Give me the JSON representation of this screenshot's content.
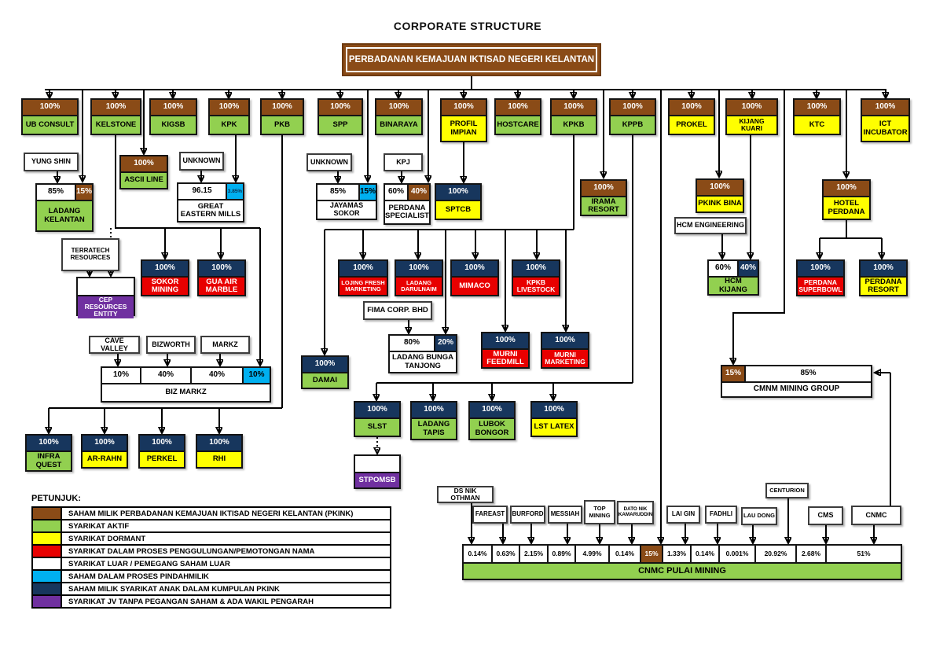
{
  "title": "CORPORATE STRUCTURE",
  "root_label": "PERBADANAN KEMAJUAN IKTISAD NEGERI KELANTAN",
  "colors": {
    "pkink_brown": "#8a4b17",
    "active_green": "#92d050",
    "dormant_yellow": "#ffff00",
    "winding_up_red": "#e80000",
    "external_white": "#ffffff",
    "transfer_cyan": "#00b0f0",
    "subsidiary_navy": "#17365d",
    "jv_purple": "#7030a0"
  },
  "nodes": {
    "ub_consult": {
      "pct": "100%",
      "label": "UB CONSULT"
    },
    "kelstone": {
      "pct": "100%",
      "label": "KELSTONE"
    },
    "kigsb": {
      "pct": "100%",
      "label": "KIGSB"
    },
    "kpk": {
      "pct": "100%",
      "label": "KPK"
    },
    "pkb": {
      "pct": "100%",
      "label": "PKB"
    },
    "spp": {
      "pct": "100%",
      "label": "SPP"
    },
    "binaraya": {
      "pct": "100%",
      "label": "BINARAYA"
    },
    "profil_impian": {
      "pct": "100%",
      "label": "PROFIL IMPIAN"
    },
    "hostcare": {
      "pct": "100%",
      "label": "HOSTCARE"
    },
    "kpkb": {
      "pct": "100%",
      "label": "KPKB"
    },
    "kppb": {
      "pct": "100%",
      "label": "KPPB"
    },
    "prokel": {
      "pct": "100%",
      "label": "PROKEL"
    },
    "kijang_kuari": {
      "pct": "100%",
      "label": "KIJANG KUARI"
    },
    "ktc": {
      "pct": "100%",
      "label": "KTC"
    },
    "ict_incubator": {
      "pct": "100%",
      "label": "ICT INCUBATOR"
    },
    "yung_shin": {
      "label": "YUNG SHIN"
    },
    "ladang_kelantan": {
      "pct_a": "85%",
      "pct_b": "15%",
      "label": "LADANG KELANTAN"
    },
    "ascii_line": {
      "pct": "100%",
      "label": "ASCII LINE"
    },
    "unknown_left": {
      "label": "UNKNOWN"
    },
    "great_eastern_mills": {
      "pct_a": "96.15",
      "pct_b": "3.85%",
      "label": "GREAT EASTERN MILLS"
    },
    "terratech": {
      "label": "TERRATECH RESOURCES"
    },
    "cep": {
      "label": "CEP RESOURCES ENTITY"
    },
    "sokor_mining": {
      "pct": "100%",
      "label": "SOKOR MINING"
    },
    "gua_air_marble": {
      "pct": "100%",
      "label": "GUA AIR MARBLE"
    },
    "cave_valley": {
      "label": "CAVE VALLEY"
    },
    "bizworth": {
      "label": "BIZWORTH"
    },
    "markz": {
      "label": "MARKZ"
    },
    "infra_quest": {
      "pct": "100%",
      "label": "INFRA QUEST"
    },
    "ar_rahn": {
      "pct": "100%",
      "label": "AR-RAHN"
    },
    "perkel": {
      "pct": "100%",
      "label": "PERKEL"
    },
    "rhi": {
      "pct": "100%",
      "label": "RHI"
    },
    "unknown_mid": {
      "label": "UNKNOWN"
    },
    "kpj": {
      "label": "KPJ"
    },
    "jayamas_sokor": {
      "pct_a": "85%",
      "pct_b": "15%",
      "label": "JAYAMAS SOKOR"
    },
    "perdana_specialist": {
      "pct_a": "60%",
      "pct_b": "40%",
      "label": "PERDANA SPECIALIST"
    },
    "sptcb": {
      "pct": "100%",
      "label": "SPTCB"
    },
    "lojing_fresh": {
      "pct": "100%",
      "label": "LOJING FRESH MARKETING"
    },
    "ladang_darulnaim": {
      "pct": "100%",
      "label": "LADANG DARULNAIM"
    },
    "mimaco": {
      "pct": "100%",
      "label": "MIMACO"
    },
    "kpkb_livestock": {
      "pct": "100%",
      "label": "KPKB LIVESTOCK"
    },
    "fima": {
      "label": "FIMA CORP. BHD"
    },
    "bunga_tanjong": {
      "pct_a": "80%",
      "pct_b": "20%",
      "label": "LADANG BUNGA TANJONG"
    },
    "murni_feedmill": {
      "pct": "100%",
      "label": "MURNI FEEDMILL"
    },
    "murni_marketing": {
      "pct": "100%",
      "label": "MURNI MARKETING"
    },
    "damai": {
      "pct": "100%",
      "label": "DAMAI"
    },
    "slst": {
      "pct": "100%",
      "label": "SLST"
    },
    "ladang_tapis": {
      "pct": "100%",
      "label": "LADANG TAPIS"
    },
    "lubok_bongor": {
      "pct": "100%",
      "label": "LUBOK BONGOR"
    },
    "lst_latex": {
      "pct": "100%",
      "label": "LST LATEX"
    },
    "stpomsb": {
      "label": "STPOMSB"
    },
    "irama_resort": {
      "pct": "100%",
      "label": "IRAMA RESORT"
    },
    "pkink_bina": {
      "pct": "100%",
      "label": "PKINK BINA"
    },
    "hcm_engineering": {
      "label": "HCM ENGINEERING"
    },
    "hcm_kijang": {
      "pct_a": "60%",
      "pct_b": "40%",
      "label": "HCM KIJANG"
    },
    "hotel_perdana": {
      "pct": "100%",
      "label": "HOTEL PERDANA"
    },
    "perdana_superbowl": {
      "pct": "100%",
      "label": "PERDANA SUPERBOWL"
    },
    "perdana_resort": {
      "pct": "100%",
      "label": "PERDANA RESORT"
    },
    "cmnm": {
      "pct_a": "15%",
      "pct_b": "85%",
      "label": "CMNM MINING GROUP"
    }
  },
  "biz_markz": {
    "label": "BIZ MARKZ",
    "cells": [
      "10%",
      "40%",
      "40%",
      "10%"
    ]
  },
  "pulai": {
    "label": "CNMC PULAI MINING",
    "cells": [
      "0.14%",
      "0.63%",
      "2.15%",
      "0.89%",
      "4.99%",
      "0.14%",
      "15%",
      "1.33%",
      "0.14%",
      "0.001%",
      "20.92%",
      "2.68%",
      "51%"
    ]
  },
  "shareholders": {
    "ds_nik_othman": "DS NIK OTHMAN",
    "fareast": "FAREAST",
    "burford": "BURFORD",
    "messiah": "MESSIAH",
    "top_mining": "TOP MINING",
    "dato_nik": "DATO NIK KAMARUDDIN",
    "lai_gin": "LAI GIN",
    "fadhli": "FADHLI",
    "lau_dong": "LAU DONG",
    "centurion": "CENTURION",
    "cms": "CMS",
    "cnmc": "CNMC"
  },
  "legend": {
    "title": "PETUNJUK:",
    "items": [
      {
        "color": "#8a4b17",
        "label": "SAHAM MILIK PERBADANAN KEMAJUAN IKTISAD NEGERI KELANTAN (PKINK)"
      },
      {
        "color": "#92d050",
        "label": "SYARIKAT AKTIF"
      },
      {
        "color": "#ffff00",
        "label": "SYARIKAT DORMANT"
      },
      {
        "color": "#e80000",
        "label": "SYARIKAT DALAM PROSES PENGGULUNGAN/PEMOTONGAN NAMA"
      },
      {
        "color": "#ffffff",
        "label": "SYARIKAT LUAR / PEMEGANG SAHAM LUAR"
      },
      {
        "color": "#00b0f0",
        "label": "SAHAM DALAM PROSES PINDAHMILIK"
      },
      {
        "color": "#17365d",
        "label": "SAHAM MILIK SYARIKAT ANAK DALAM KUMPULAN PKINK"
      },
      {
        "color": "#7030a0",
        "label": "SYARIKAT JV TANPA PEGANGAN SAHAM & ADA WAKIL PENGARAH"
      }
    ]
  }
}
